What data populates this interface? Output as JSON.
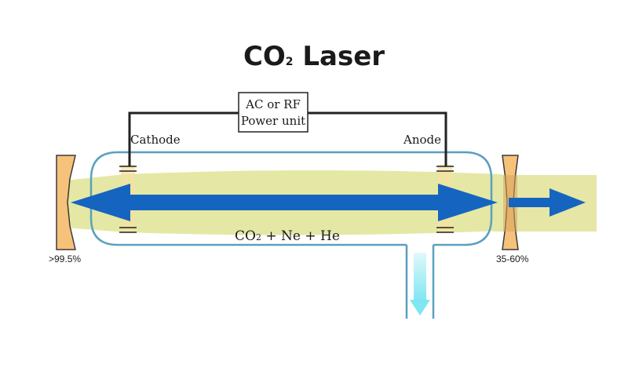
{
  "title": {
    "main": "CO",
    "sub": "2",
    "rest": " Laser"
  },
  "power_unit": {
    "line1": "AC or RF",
    "line2": "Power unit"
  },
  "electrodes": {
    "cathode": "Cathode",
    "anode": "Anode"
  },
  "gas_mix": {
    "pre": "CO",
    "sub": "2",
    "post": " + Ne + He"
  },
  "mirrors": {
    "rear_reflectivity": ">99.5%",
    "output_reflectivity": "35-60%"
  },
  "colors": {
    "tube_outline": "#5aa0c0",
    "beam_band": "#e6e6a6",
    "arrow": "#1565c0",
    "mirror_fill": "#f6c27a",
    "mirror_stroke": "#3a3a3a",
    "coolant_arrow": "#7fe6f2",
    "wire": "#222222"
  }
}
